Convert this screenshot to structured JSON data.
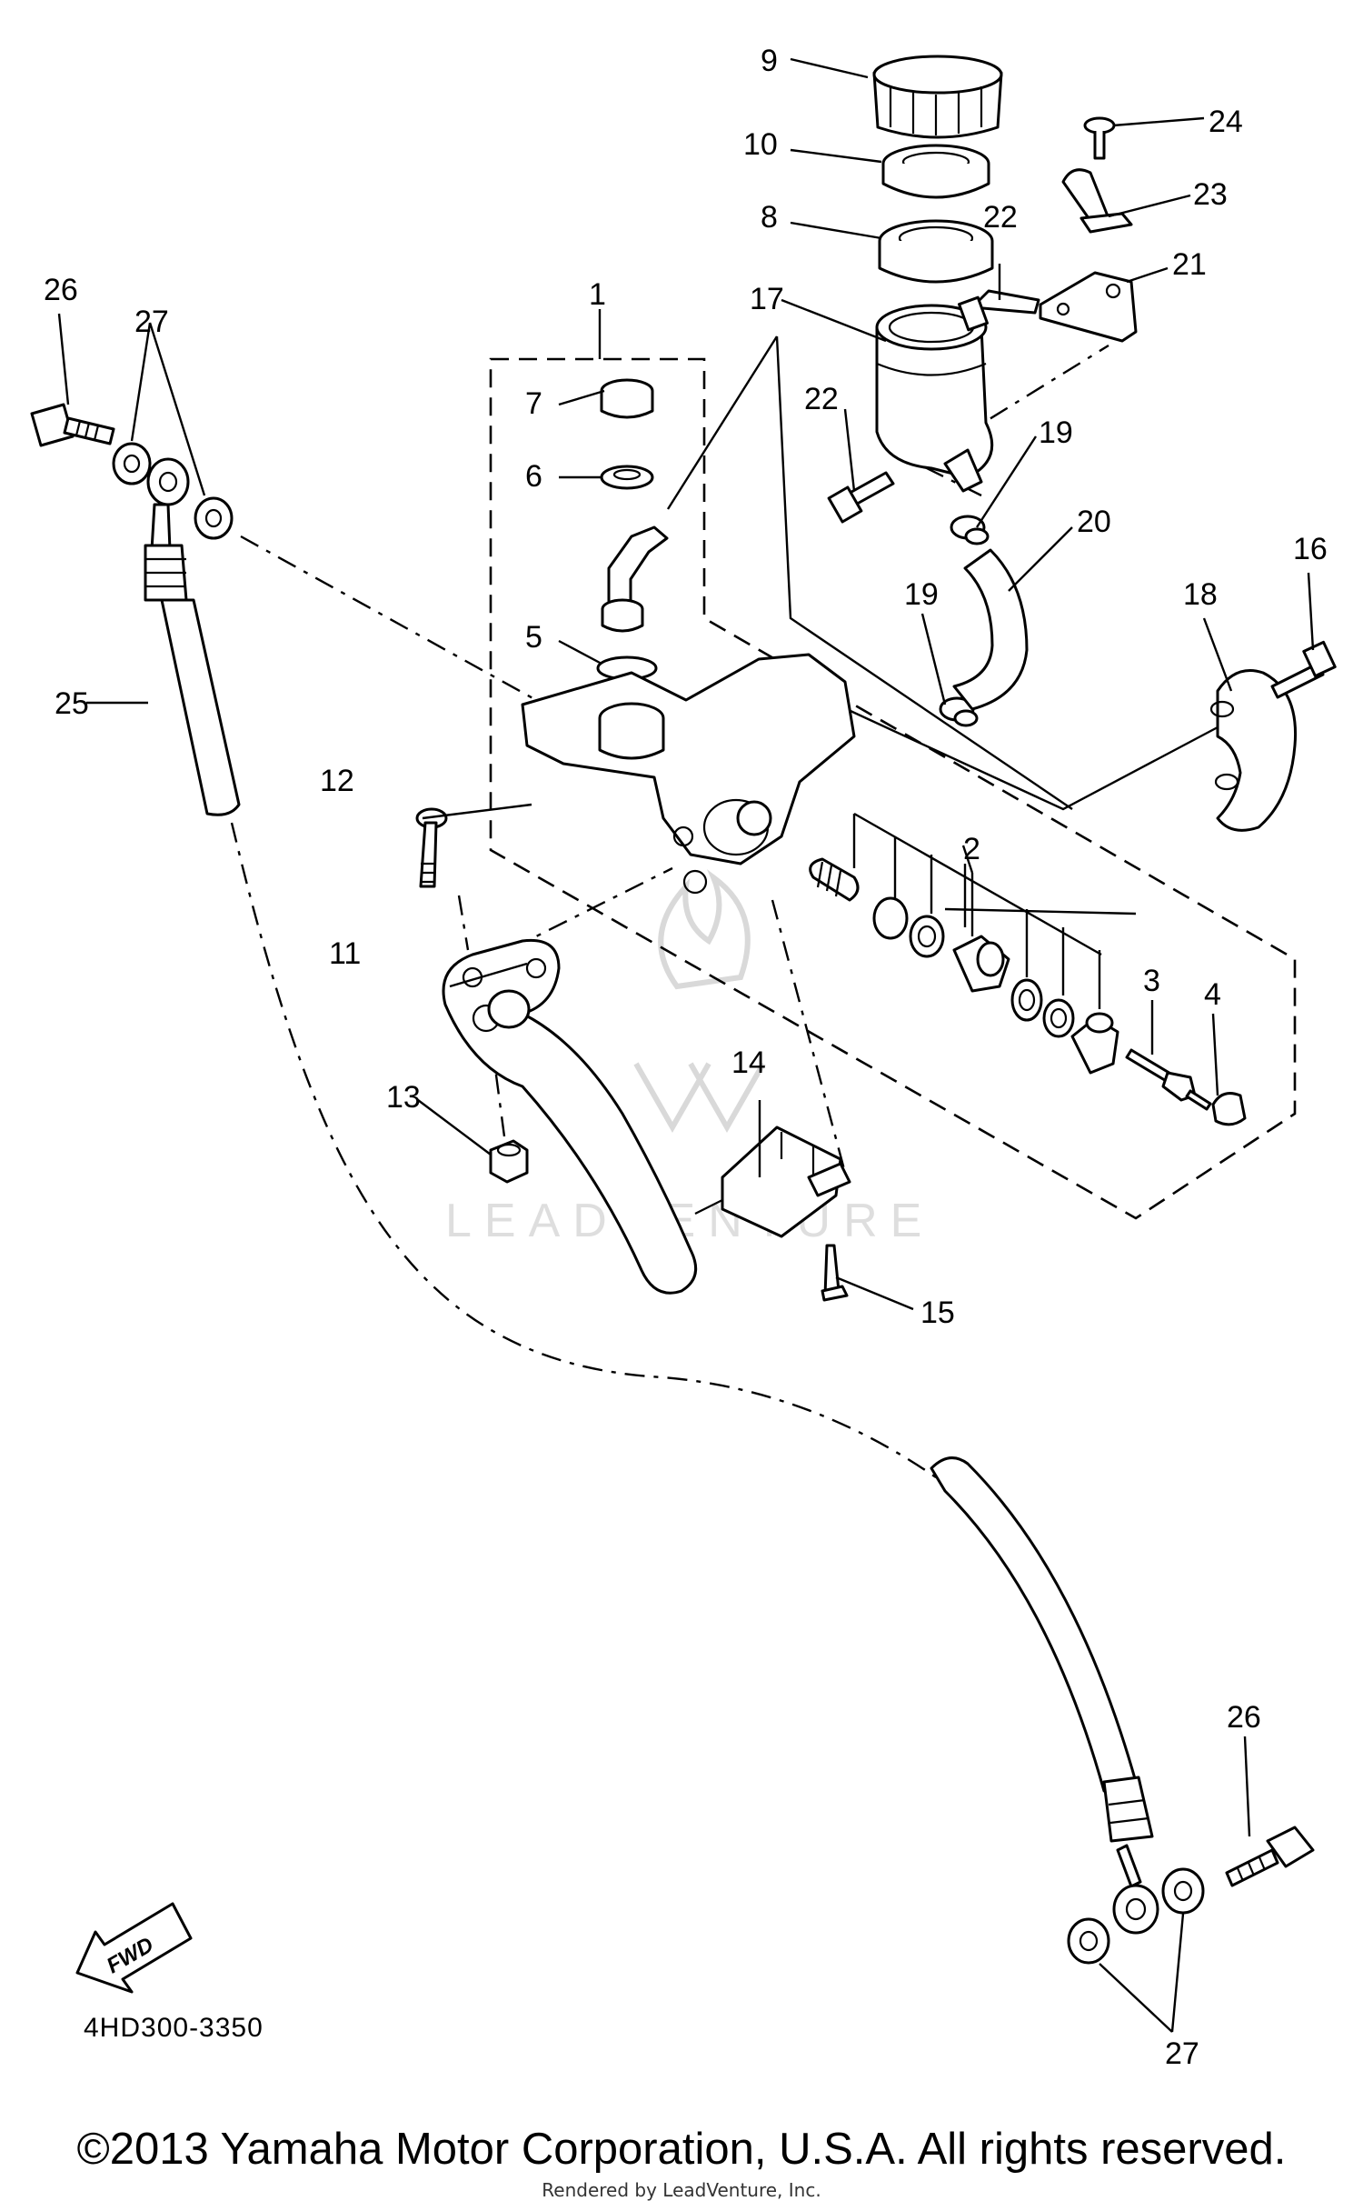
{
  "diagram": {
    "callouts": [
      "1",
      "2",
      "3",
      "4",
      "5",
      "6",
      "7",
      "8",
      "9",
      "10",
      "11",
      "12",
      "13",
      "14",
      "15",
      "16",
      "17",
      "18",
      "19",
      "19",
      "20",
      "21",
      "22",
      "22",
      "23",
      "24",
      "25",
      "26",
      "26",
      "27",
      "27"
    ],
    "fwd_label": "FWD",
    "diagram_code": "4HD300-3350",
    "watermark_text": "LEADVENTURE",
    "copyright": "©2013 Yamaha Motor Corporation, U.S.A. All rights reserved.",
    "rendered_by": "Rendered by LeadVenture, Inc."
  }
}
